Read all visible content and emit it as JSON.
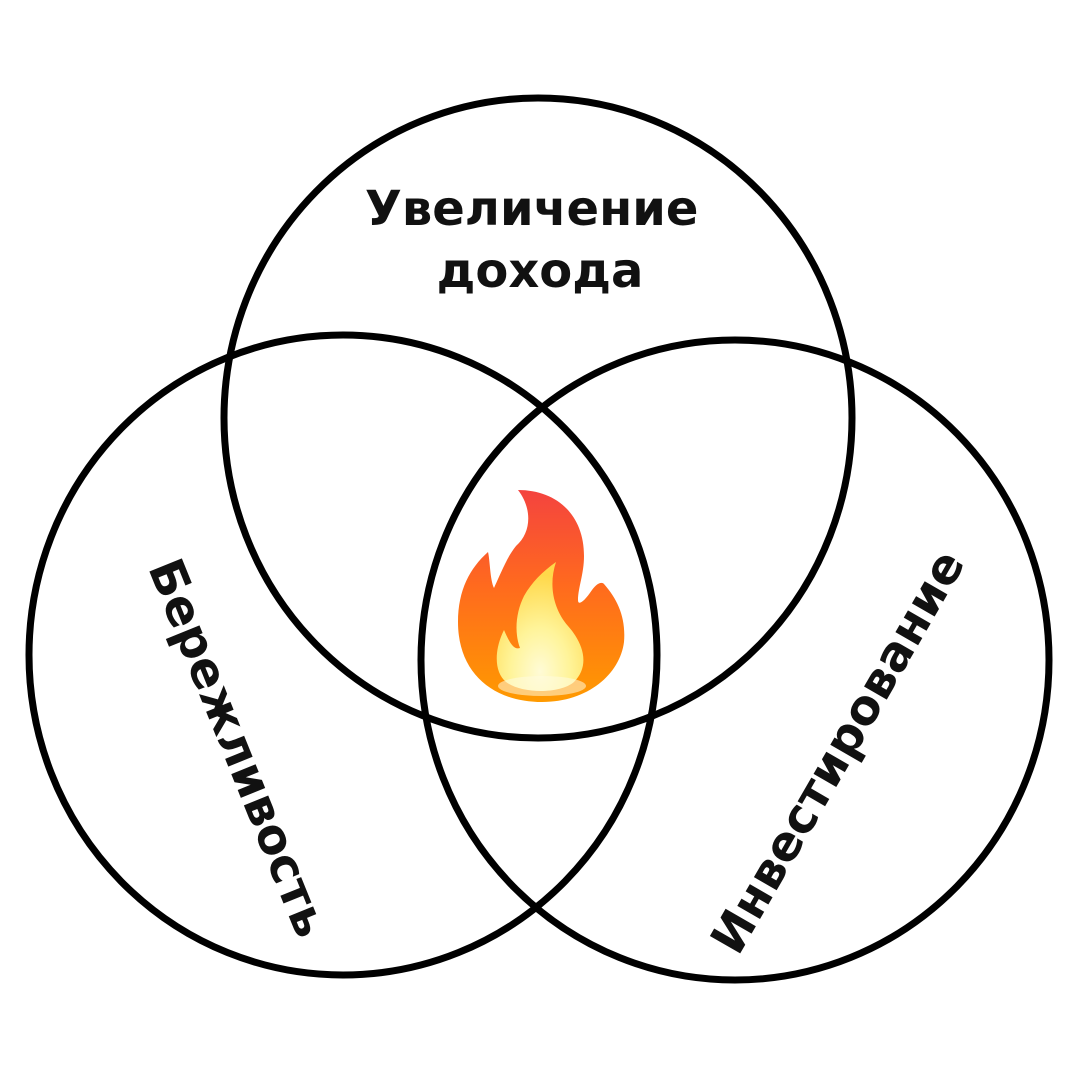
{
  "diagram": {
    "sets": [
      {
        "id": "income",
        "label_lines": [
          "Увеличение",
          "дохода"
        ]
      },
      {
        "id": "thrift",
        "label_lines": [
          "Бережливость"
        ]
      },
      {
        "id": "investing",
        "label_lines": [
          "Инвестирование"
        ]
      }
    ],
    "center_icon": "fire-icon"
  },
  "colors": {
    "stroke": "#000000",
    "background": "#ffffff",
    "flame_outer_top": "#F4433F",
    "flame_outer_mid": "#FF8A00",
    "flame_inner": "#FFE96A",
    "flame_core": "#FFFBD0"
  }
}
